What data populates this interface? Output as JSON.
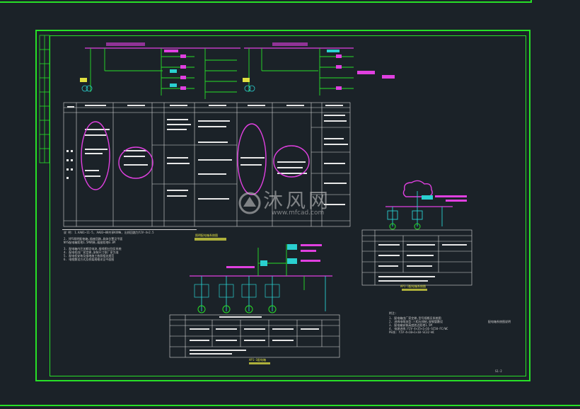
{
  "watermark": {
    "brand_cn": "沐风网",
    "url": "www.mfcad.com"
  },
  "notes_left": {
    "lines": [
      "说 明: 1.AA01~11-5, AA03~08共享KXNW, 出线回路为YJV-4×2.5",
      "2. NYS照明配电箱,插座回路,具体位置见平面",
      "NYS配电箱距地1.5M明装,插座距地0.3M",
      "3. 配电箱内开关额定电流,接线图分别见系统",
      "4. 配电柜由厂家定做,安装尺寸依厂家为准",
      "5. 配电柜安装及接地施工依照相关规范",
      "6. 电缆敷设方式及桥架规格详见平面图"
    ]
  },
  "notes_right": {
    "heading": "附注:",
    "lines": [
      "1. 配电箱由厂家定做,型号规格见系统图",
      "2. 进线电缆选型:三相五线制,穿钢管敷设",
      "3. 配电箱安装高度底边距地1.5M",
      "4. 电源进线:YJV-4×35+1×16-SC50-FC/WC",
      "PE线: YJV-4×10+1×10-SC32-WC"
    ]
  },
  "subtitles": {
    "center_system": "照明配电箱系统图",
    "right_panel": "AP1-1配电箱系统图",
    "bottom_center": "AP1-1配电箱",
    "bottom_right_code": "S1-2"
  },
  "right_bottom_label": "配电箱系统图说明"
}
